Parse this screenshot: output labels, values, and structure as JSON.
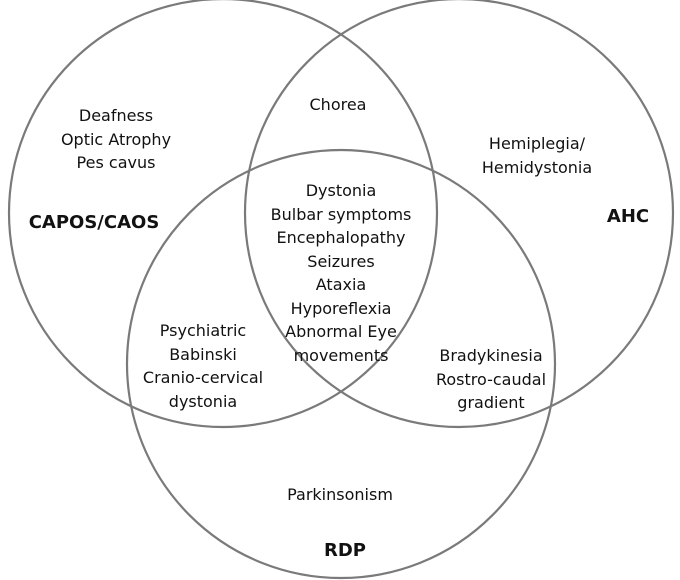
{
  "sets": {
    "capos": {
      "name": "CAPOS/CAOS",
      "color": "#7a7a7a"
    },
    "ahc": {
      "name": "AHC",
      "color": "#7a7a7a"
    },
    "rdp": {
      "name": "RDP",
      "color": "#7a7a7a"
    }
  },
  "regions": {
    "capos_only": [
      "Deafness",
      "Optic Atrophy",
      "Pes cavus"
    ],
    "capos_ahc": [
      "Chorea"
    ],
    "ahc_only": [
      "Hemiplegia/",
      "Hemidystonia"
    ],
    "all_three": [
      "Dystonia",
      "Bulbar symptoms",
      "Encephalopathy",
      "Seizures",
      "Ataxia",
      "Hyporeflexia",
      "Abnormal Eye",
      "movements"
    ],
    "capos_rdp": [
      "Psychiatric",
      "Babinski",
      "Cranio-cervical",
      "dystonia"
    ],
    "ahc_rdp": [
      "Bradykinesia",
      "Rostro-caudal",
      "gradient"
    ],
    "rdp_only": [
      "Parkinsonism"
    ]
  }
}
